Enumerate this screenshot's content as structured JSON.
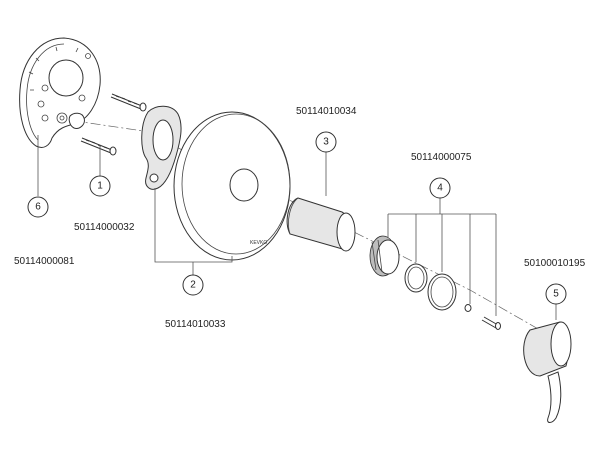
{
  "callouts": [
    {
      "id": "1",
      "part_number": "50114000032"
    },
    {
      "id": "2",
      "part_number": "50114010033"
    },
    {
      "id": "3",
      "part_number": "50114010034"
    },
    {
      "id": "4",
      "part_number": "50114000075"
    },
    {
      "id": "5",
      "part_number": "50100010195"
    },
    {
      "id": "6",
      "part_number": "50114000081"
    }
  ],
  "brand_mark": "KEVKO"
}
